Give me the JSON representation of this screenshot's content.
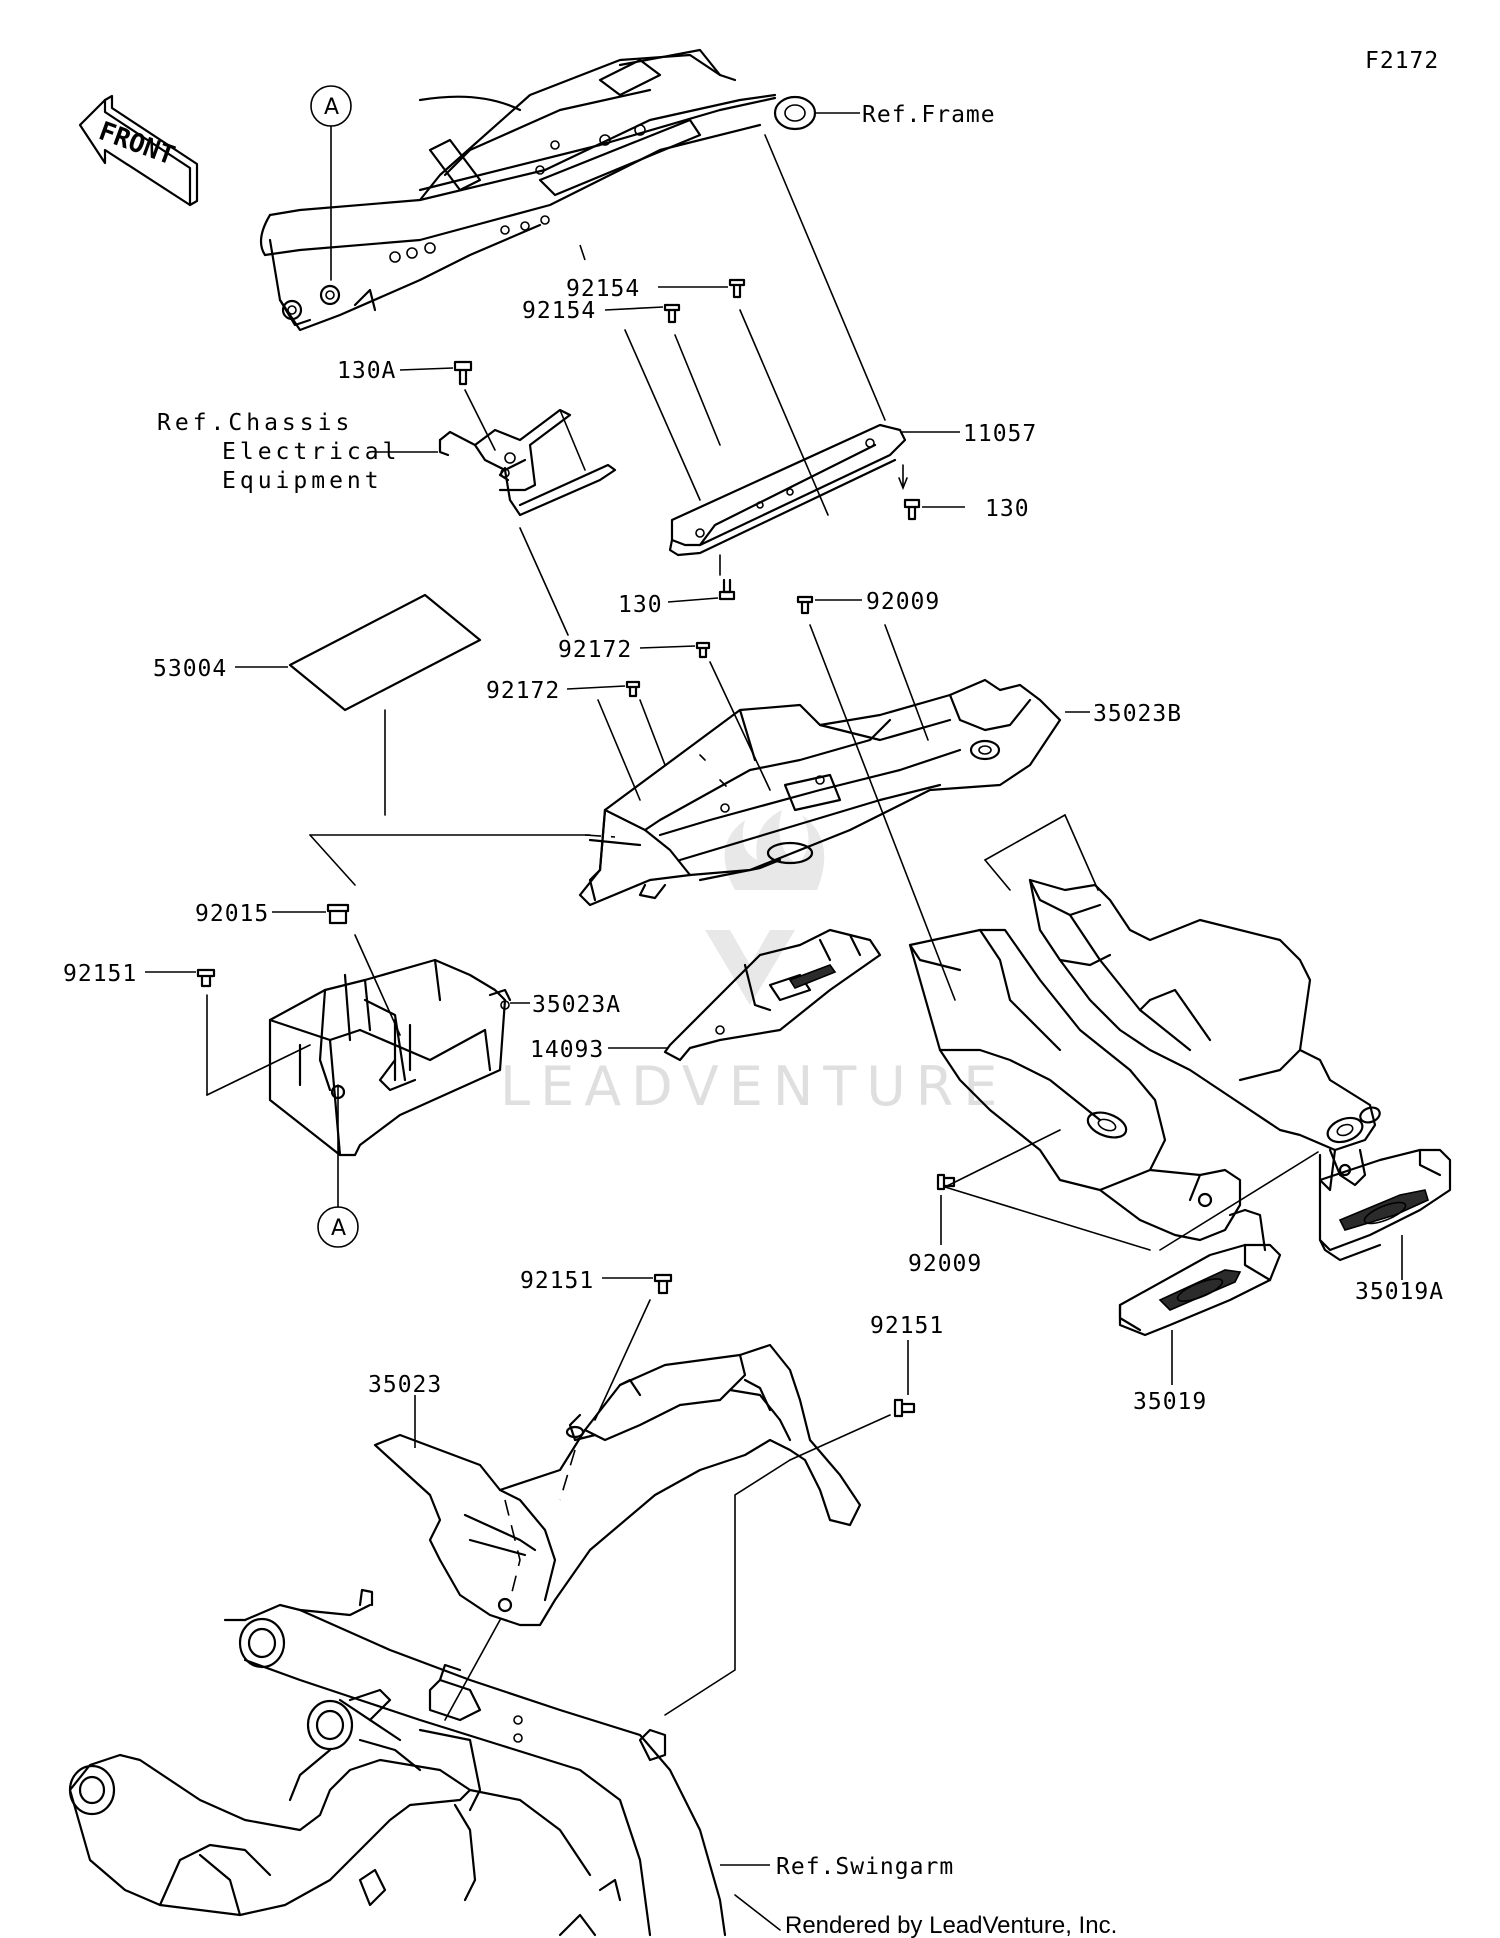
{
  "diagram_id": "F2172",
  "front_label": "FRONT",
  "ref_labels": {
    "frame": "Ref.Frame",
    "chassis_1": "Ref.Chassis",
    "chassis_2": "Electrical",
    "chassis_3": "Equipment",
    "swingarm": "Ref.Swingarm"
  },
  "reference_marks": {
    "top": "A",
    "bottom": "A"
  },
  "part_numbers": {
    "p92154_a": "92154",
    "p92154_b": "92154",
    "p130a": "130A",
    "p11057": "11057",
    "p130_r": "130",
    "p130_l": "130",
    "p92009_a": "92009",
    "p92172_a": "92172",
    "p92172_b": "92172",
    "p53004": "53004",
    "p35023b": "35023B",
    "p92015": "92015",
    "p92151_a": "92151",
    "p35023a": "35023A",
    "p14093": "14093",
    "p92009_b": "92009",
    "p35019a": "35019A",
    "p35019": "35019",
    "p92151_b": "92151",
    "p92151_c": "92151",
    "p35023": "35023"
  },
  "watermark": "LEADVENTURE",
  "credit": "Rendered by LeadVenture, Inc."
}
